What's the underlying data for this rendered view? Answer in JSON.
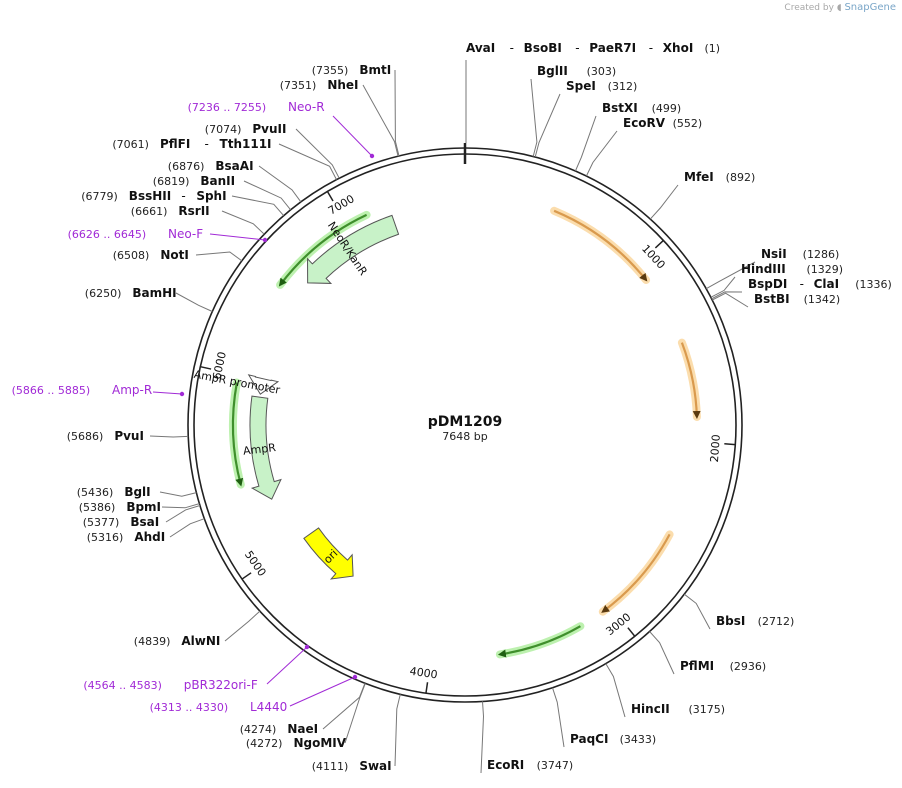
{
  "credit": {
    "prefix": "Created by",
    "brand": "SnapGene"
  },
  "plasmid": {
    "name": "pDM1209",
    "length_label": "7648 bp",
    "length": 7648
  },
  "ticks": [
    {
      "pos": 1000,
      "label": "1000"
    },
    {
      "pos": 2000,
      "label": "2000"
    },
    {
      "pos": 3000,
      "label": "3000"
    },
    {
      "pos": 4000,
      "label": "4000"
    },
    {
      "pos": 5000,
      "label": "5000"
    },
    {
      "pos": 6000,
      "label": "6000"
    },
    {
      "pos": 7000,
      "label": "7000"
    }
  ],
  "sites": [
    {
      "names": [
        "AvaI",
        "BsoBI",
        "PaeR7I",
        "XhoI"
      ],
      "pos": "(1)",
      "side": "R"
    },
    {
      "names": [
        "BglII"
      ],
      "pos": "(303)",
      "side": "R"
    },
    {
      "names": [
        "SpeI"
      ],
      "pos": "(312)",
      "side": "R"
    },
    {
      "names": [
        "BstXI"
      ],
      "pos": "(499)",
      "side": "R"
    },
    {
      "names": [
        "EcoRV"
      ],
      "pos": "(552)",
      "side": "R"
    },
    {
      "names": [
        "MfeI"
      ],
      "pos": "(892)",
      "side": "R"
    },
    {
      "names": [
        "NsiI"
      ],
      "pos": "(1286)",
      "side": "R"
    },
    {
      "names": [
        "HindIII"
      ],
      "pos": "(1329)",
      "side": "R"
    },
    {
      "names": [
        "BspDI",
        "ClaI"
      ],
      "pos": "(1336)",
      "side": "R"
    },
    {
      "names": [
        "BstBI"
      ],
      "pos": "(1342)",
      "side": "R"
    },
    {
      "names": [
        "BbsI"
      ],
      "pos": "(2712)",
      "side": "R"
    },
    {
      "names": [
        "PflMI"
      ],
      "pos": "(2936)",
      "side": "R"
    },
    {
      "names": [
        "HincII"
      ],
      "pos": "(3175)",
      "side": "R"
    },
    {
      "names": [
        "PaqCI"
      ],
      "pos": "(3433)",
      "side": "R"
    },
    {
      "names": [
        "EcoRI"
      ],
      "pos": "(3747)",
      "side": "R"
    },
    {
      "names": [
        "SwaI"
      ],
      "pos": "(4111)",
      "side": "L"
    },
    {
      "names": [
        "NgoMIV"
      ],
      "pos": "(4272)",
      "side": "L"
    },
    {
      "names": [
        "NaeI"
      ],
      "pos": "(4274)",
      "side": "L"
    },
    {
      "names": [
        "AlwNI"
      ],
      "pos": "(4839)",
      "side": "L"
    },
    {
      "names": [
        "AhdI"
      ],
      "pos": "(5316)",
      "side": "L"
    },
    {
      "names": [
        "BsaI"
      ],
      "pos": "(5377)",
      "side": "L"
    },
    {
      "names": [
        "BpmI"
      ],
      "pos": "(5386)",
      "side": "L"
    },
    {
      "names": [
        "BglI"
      ],
      "pos": "(5436)",
      "side": "L"
    },
    {
      "names": [
        "PvuI"
      ],
      "pos": "(5686)",
      "side": "L"
    },
    {
      "names": [
        "BamHI"
      ],
      "pos": "(6250)",
      "side": "L"
    },
    {
      "names": [
        "NotI"
      ],
      "pos": "(6508)",
      "side": "L"
    },
    {
      "names": [
        "RsrII"
      ],
      "pos": "(6661)",
      "side": "L"
    },
    {
      "names": [
        "BssHII",
        "SphI"
      ],
      "pos": "(6779)",
      "side": "L"
    },
    {
      "names": [
        "BanII"
      ],
      "pos": "(6819)",
      "side": "L"
    },
    {
      "names": [
        "BsaAI"
      ],
      "pos": "(6876)",
      "side": "L"
    },
    {
      "names": [
        "PflFI",
        "Tth111I"
      ],
      "pos": "(7061)",
      "side": "L"
    },
    {
      "names": [
        "PvuII"
      ],
      "pos": "(7074)",
      "side": "L"
    },
    {
      "names": [
        "NheI"
      ],
      "pos": "(7351)",
      "side": "L"
    },
    {
      "names": [
        "BmtI"
      ],
      "pos": "(7355)",
      "side": "L"
    }
  ],
  "primers": [
    {
      "name": "Neo-R",
      "range": "(7236 .. 7255)"
    },
    {
      "name": "Neo-F",
      "range": "(6626 .. 6645)"
    },
    {
      "name": "Amp-R",
      "range": "(5866 .. 5885)"
    },
    {
      "name": "pBR322ori-F",
      "range": "(4564 .. 4583)"
    },
    {
      "name": "L4440",
      "range": "(4313 .. 4330)"
    }
  ],
  "features": [
    {
      "name": "NeoR/KanR",
      "kind": "cds",
      "start": 6630,
      "end": 7240,
      "dir": "ccw",
      "color": "#c8f2c8"
    },
    {
      "name": "AmpR promoter",
      "kind": "promoter",
      "start": 5918,
      "end": 6010,
      "dir": "ccw",
      "color": "#ffffff"
    },
    {
      "name": "AmpR",
      "kind": "cds",
      "start": 5290,
      "end": 5900,
      "dir": "ccw",
      "color": "#c8f2c8"
    },
    {
      "name": "ori",
      "kind": "rep",
      "start": 4600,
      "end": 4990,
      "dir": "ccw",
      "color": "#ffff00"
    }
  ],
  "orfs": [
    {
      "start": 480,
      "end": 1090,
      "dir": "cw",
      "color": "#d99a4e",
      "glow": "#fbd9a4"
    },
    {
      "start": 1470,
      "end": 1870,
      "dir": "cw",
      "color": "#d99a4e",
      "glow": "#fbd9a4"
    },
    {
      "start": 2510,
      "end": 3050,
      "dir": "cw",
      "color": "#d99a4e",
      "glow": "#fbd9a4"
    },
    {
      "start": 3190,
      "end": 3640,
      "dir": "cw",
      "color": "#3f8f2c",
      "glow": "#b6f0a6"
    },
    {
      "start": 6525,
      "end": 7115,
      "dir": "ccw",
      "color": "#3f8f2c",
      "glow": "#b6f0a6"
    },
    {
      "start": 5420,
      "end": 5960,
      "dir": "ccw",
      "color": "#3f8f2c",
      "glow": "#b6f0a6"
    }
  ],
  "colors": {
    "primer": "#a12ad6",
    "line": "#777777",
    "backbone": "#222222"
  }
}
